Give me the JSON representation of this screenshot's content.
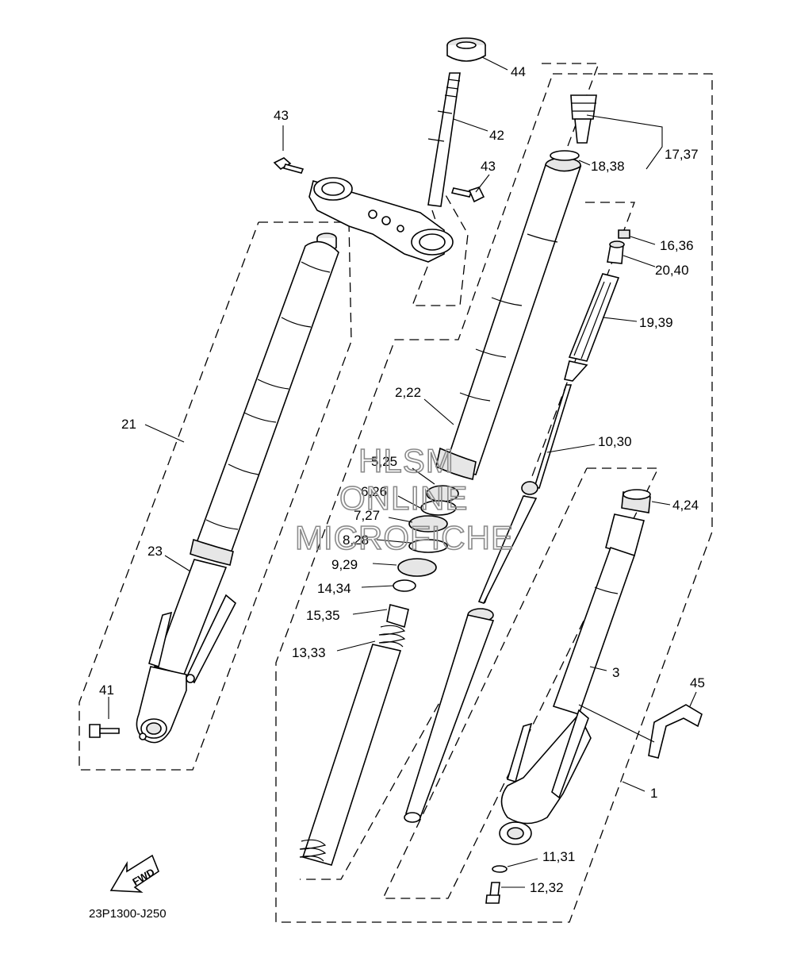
{
  "diagram_code": "23P1300-J250",
  "watermark": [
    "HLSM",
    "ONLINE",
    "MICROFICHE"
  ],
  "fwd_label": "FWD",
  "callouts": [
    {
      "id": "c44",
      "text": "44"
    },
    {
      "id": "c43a",
      "text": "43"
    },
    {
      "id": "c42",
      "text": "42"
    },
    {
      "id": "c43b",
      "text": "43"
    },
    {
      "id": "c17",
      "text": "17,37"
    },
    {
      "id": "c18",
      "text": "18,38"
    },
    {
      "id": "c16",
      "text": "16,36"
    },
    {
      "id": "c20",
      "text": "20,40"
    },
    {
      "id": "c19",
      "text": "19,39"
    },
    {
      "id": "c21",
      "text": "21"
    },
    {
      "id": "c2",
      "text": "2,22"
    },
    {
      "id": "c10",
      "text": "10,30"
    },
    {
      "id": "c5",
      "text": "5,25"
    },
    {
      "id": "c6",
      "text": "6,26"
    },
    {
      "id": "c4",
      "text": "4,24"
    },
    {
      "id": "c7",
      "text": "7,27"
    },
    {
      "id": "c8",
      "text": "8,28"
    },
    {
      "id": "c23",
      "text": "23"
    },
    {
      "id": "c9",
      "text": "9,29"
    },
    {
      "id": "c14",
      "text": "14,34"
    },
    {
      "id": "c15",
      "text": "15,35"
    },
    {
      "id": "c13",
      "text": "13,33"
    },
    {
      "id": "c3",
      "text": "3"
    },
    {
      "id": "c45",
      "text": "45"
    },
    {
      "id": "c41",
      "text": "41"
    },
    {
      "id": "c1",
      "text": "1"
    },
    {
      "id": "c11",
      "text": "11,31"
    },
    {
      "id": "c12",
      "text": "12,32"
    }
  ]
}
